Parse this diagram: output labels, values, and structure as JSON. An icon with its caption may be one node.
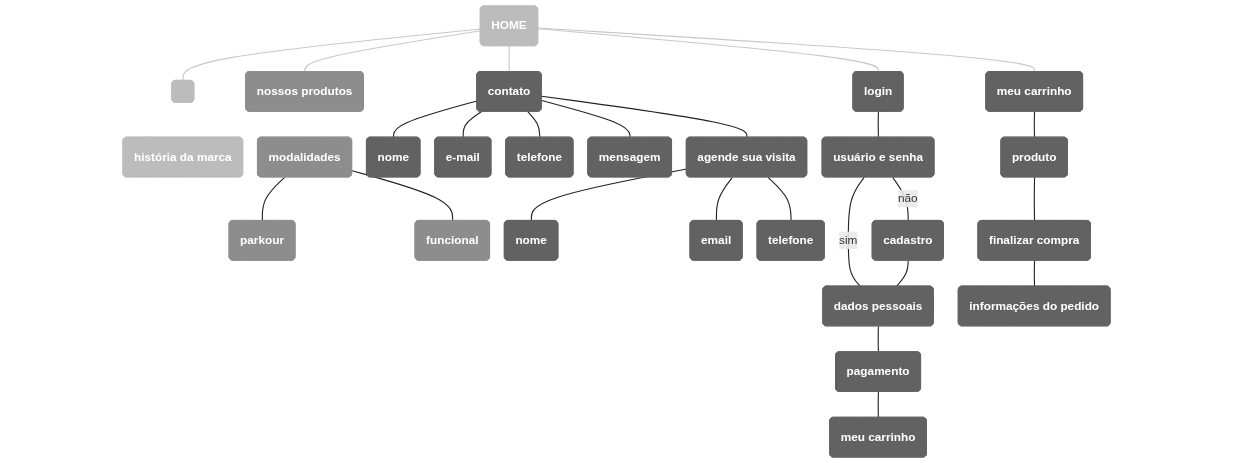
{
  "diagram": {
    "nodes": [
      {
        "text": [
          "HOME"
        ]
      },
      {
        "text": [],
        "shape": "box"
      },
      {
        "text": [
          "história da marca"
        ]
      },
      {
        "text": [
          "nossos produtos"
        ]
      },
      {
        "text": [
          "modalidades"
        ]
      },
      {
        "text": [
          "parkour"
        ]
      },
      {
        "text": [
          "funcional"
        ]
      },
      {
        "text": [
          "contato"
        ]
      },
      {
        "text": [
          "nome"
        ]
      },
      {
        "text": [
          "e-mail"
        ]
      },
      {
        "text": [
          "telefone"
        ]
      },
      {
        "text": [
          "mensagem"
        ]
      },
      {
        "text": [
          "agende sua visita"
        ]
      },
      {
        "text": [
          "nome"
        ]
      },
      {
        "text": [
          "email"
        ]
      },
      {
        "text": [
          "telefone"
        ]
      },
      {
        "text": [
          "login"
        ]
      },
      {
        "text": [
          "usuário e senha"
        ]
      },
      {
        "text": [
          "cadastro"
        ]
      },
      {
        "text": [
          "dados pessoais"
        ]
      },
      {
        "text": [
          "pagamento"
        ]
      },
      {
        "text": [
          "meu carrinho"
        ]
      },
      {
        "text": [
          "meu carrinho"
        ]
      },
      {
        "text": [
          "produto"
        ]
      },
      {
        "text": [
          "finalizar compra"
        ]
      },
      {
        "text": [
          "informações do pedido"
        ]
      }
    ],
    "edges": [
      {
        "from": 0,
        "to": 1,
        "arrow": "none",
        "color": "#c8c8c8"
      },
      {
        "from": 0,
        "to": 3,
        "arrow": "none",
        "color": "#c8c8c8"
      },
      {
        "from": 0,
        "to": 7,
        "arrow": "none",
        "color": "#c8c8c8"
      },
      {
        "from": 0,
        "to": 16,
        "arrow": "none",
        "color": "#c8c8c8"
      },
      {
        "from": 0,
        "to": 22,
        "arrow": "none",
        "color": "#c8c8c8"
      },
      {
        "from": 4,
        "to": 5,
        "arrow": "none"
      },
      {
        "from": 4,
        "to": 6,
        "arrow": "none"
      },
      {
        "from": 7,
        "to": 8,
        "arrow": "none"
      },
      {
        "from": 7,
        "to": 9,
        "arrow": "none"
      },
      {
        "from": 7,
        "to": 10,
        "arrow": "none"
      },
      {
        "from": 7,
        "to": 11,
        "arrow": "none"
      },
      {
        "from": 7,
        "to": 12,
        "arrow": "none"
      },
      {
        "from": 12,
        "to": 13,
        "arrow": "none"
      },
      {
        "from": 12,
        "to": 14,
        "arrow": "none"
      },
      {
        "from": 12,
        "to": 15,
        "arrow": "none"
      },
      {
        "from": 16,
        "to": 17,
        "arrow": "none"
      },
      {
        "from": 17,
        "to": 18,
        "label": "não",
        "arrow": "none"
      },
      {
        "from": 17,
        "to": 19,
        "label": "sim",
        "arrow": "none"
      },
      {
        "from": 18,
        "to": 19,
        "arrow": "none"
      },
      {
        "from": 19,
        "to": 20,
        "arrow": "none"
      },
      {
        "from": 20,
        "to": 21,
        "arrow": "none"
      },
      {
        "from": 22,
        "to": 23,
        "arrow": "none"
      },
      {
        "from": 23,
        "to": 24,
        "arrow": "none"
      },
      {
        "from": 24,
        "to": 25,
        "arrow": "none"
      }
    ]
  }
}
